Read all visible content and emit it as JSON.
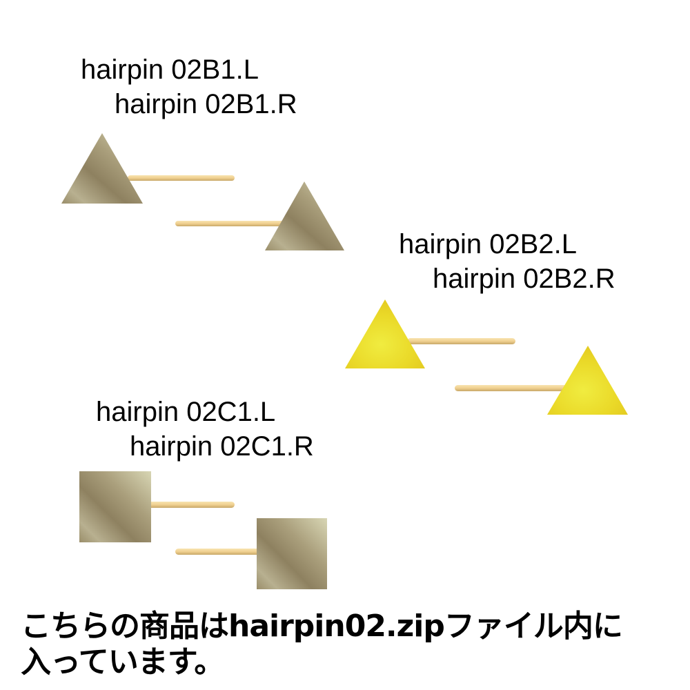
{
  "groups": [
    {
      "id": "02B1",
      "label_l": "hairpin 02B1.L",
      "label_r": "hairpin 02B1.R",
      "shape": "triangle",
      "color": "#9a9070"
    },
    {
      "id": "02B2",
      "label_l": "hairpin 02B2.L",
      "label_r": "hairpin 02B2.R",
      "shape": "triangle",
      "color": "#f0e030"
    },
    {
      "id": "02C1",
      "label_l": "hairpin 02C1.L",
      "label_r": "hairpin 02C1.R",
      "shape": "square",
      "color": "#9a9070"
    }
  ],
  "pin_color": "#f0d090",
  "note": {
    "line1": "こちらの商品はhairpin02.zipファイル内に",
    "line2": "入っています。"
  }
}
